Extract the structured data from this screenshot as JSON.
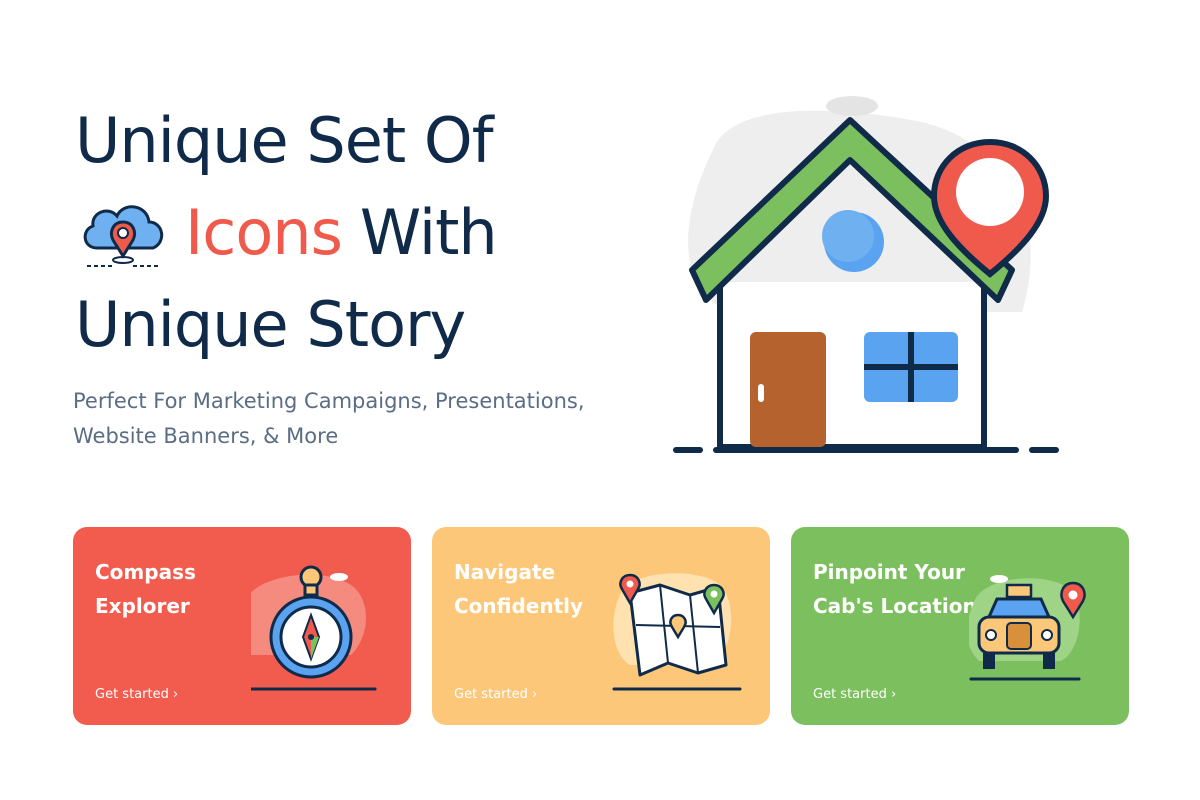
{
  "hero": {
    "line1": "Unique Set Of",
    "line2_accent": "Icons",
    "line2_rest": "With",
    "line3": "Unique Story",
    "subtitle": "Perfect For Marketing Campaigns, Presentations, Website Banners, & More"
  },
  "cards": [
    {
      "title": "Compass\nExplorer",
      "link": "Get started ›",
      "bg": "#f25c4f",
      "icon": "compass-icon"
    },
    {
      "title": "Navigate\nConfidently",
      "link": "Get started ›",
      "bg": "#fdc77a",
      "icon": "map-icon"
    },
    {
      "title": "Pinpoint Your\nCab's Location",
      "link": "Get started ›",
      "bg": "#7cbf5e",
      "icon": "taxi-icon"
    }
  ],
  "colors": {
    "navy": "#102a4a",
    "accent": "#f05a4c",
    "green": "#7cbf5e",
    "orange": "#fdc77a",
    "red": "#f25c4f"
  }
}
